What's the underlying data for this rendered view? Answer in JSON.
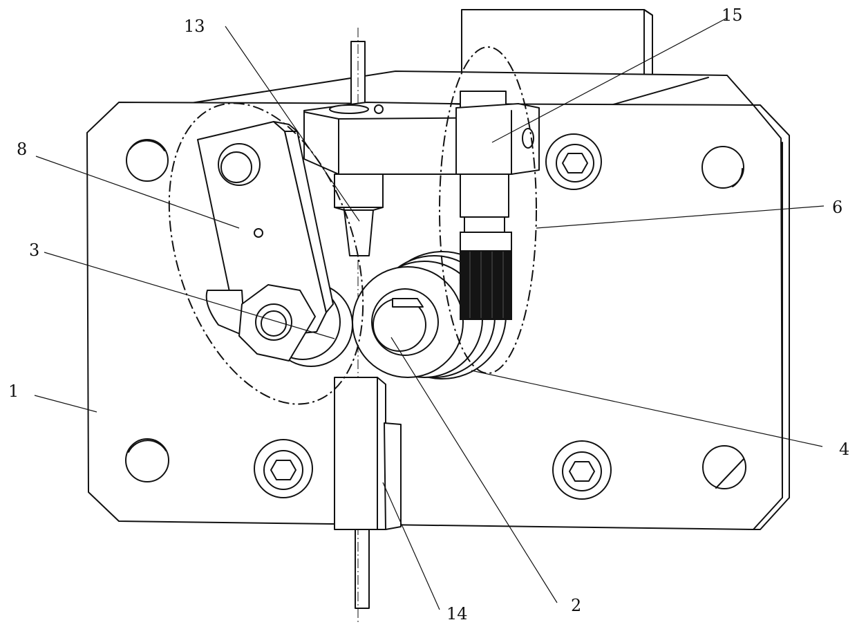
{
  "labels": [
    {
      "id": "1",
      "text": "1"
    },
    {
      "id": "2",
      "text": "2"
    },
    {
      "id": "3",
      "text": "3"
    },
    {
      "id": "4",
      "text": "4"
    },
    {
      "id": "6",
      "text": "6"
    },
    {
      "id": "8",
      "text": "8"
    },
    {
      "id": "13",
      "text": "13"
    },
    {
      "id": "14",
      "text": "14"
    },
    {
      "id": "15",
      "text": "15"
    }
  ]
}
